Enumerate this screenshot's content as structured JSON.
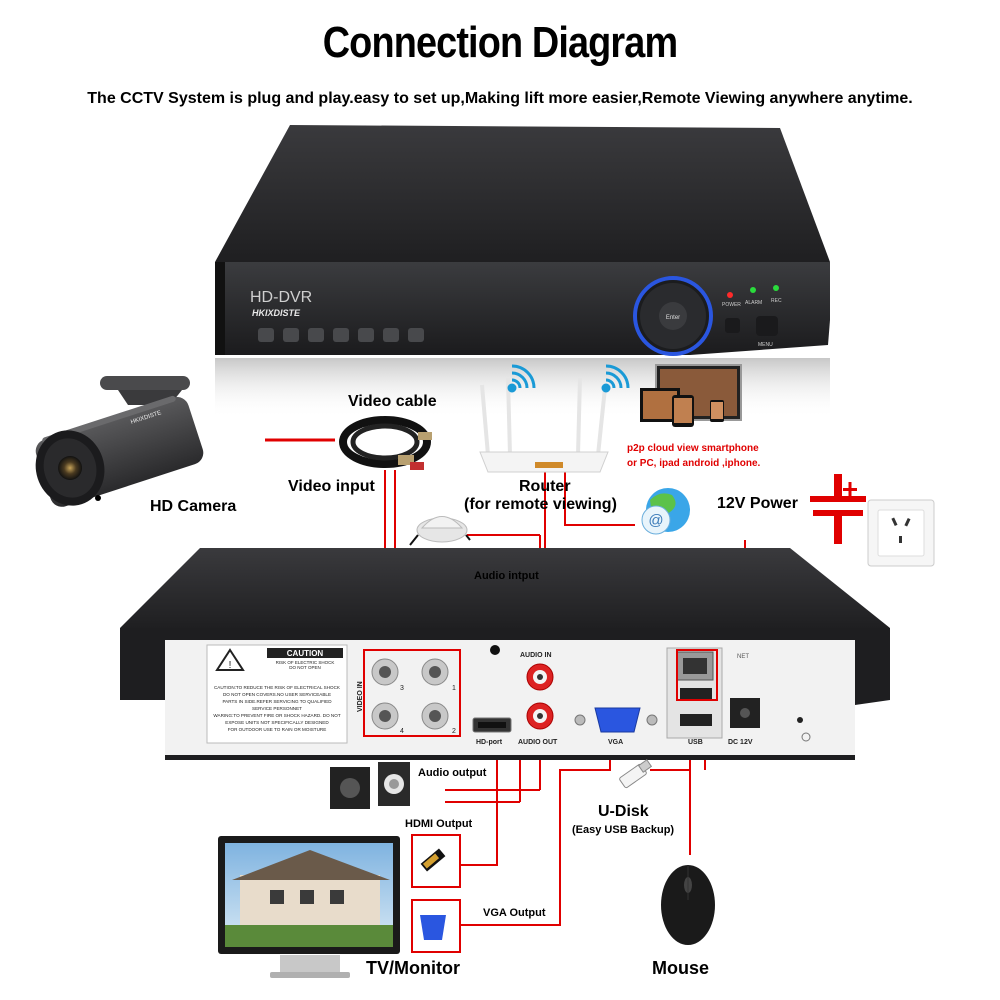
{
  "title": "Connection Diagram",
  "subtitle": "The CCTV System is plug and play.easy to set up,Making lift more easier,Remote Viewing anywhere anytime.",
  "dvr_front": {
    "model": "HD-DVR",
    "brand": "HKIXDISTE",
    "indicators": [
      "POWER",
      "ALARM",
      "REC"
    ],
    "enter_label": "Enter",
    "menu_label": "MENU"
  },
  "labels": {
    "video_cable": "Video cable",
    "video_input": "Video input",
    "hd_camera": "HD Camera",
    "router": "Router",
    "router_sub": "(for remote viewing)",
    "p2p_line1": "p2p cloud  view smartphone",
    "p2p_line2": "or PC, ipad android ,iphone.",
    "power_12v": "12V Power",
    "audio_input": "Audio intput",
    "audio_output": "Audio output",
    "hdmi_output": "HDMI Output",
    "vga_output": "VGA Output",
    "udisk": "U-Disk",
    "udisk_sub": "(Easy USB Backup)",
    "tv_monitor": "TV/Monitor",
    "mouse": "Mouse"
  },
  "dvr_back": {
    "caution_title": "CAUTION",
    "caution_sub1": "RISK OF ELECTRIC SHOCK",
    "caution_sub2": "DO NOT OPEN",
    "caution_text": [
      "CAUTION:TO REDUCE THE RISK OF ELECTRICAL SHOCK",
      "DO NOT OPEN COVERS.NO USER SERVICEABLE",
      "PARTS IN SIDE.REFER SERVICING TO QUALIFIED",
      "SERVICE PERSONNET",
      "WARING:TO PREVENT FIRE OR SHOCK HAZARD. DO NOT",
      "EXPOSE UNITS NOT SPECIFICALLY DESIGNED",
      "FOR OUTDOOR USE TO RAIN OR MOISTURE"
    ],
    "video_in": "VIDEO IN",
    "audio_in": "AUDIO IN",
    "audio_out": "AUDIO OUT",
    "hd_port": "HD-port",
    "vga": "VGA",
    "usb": "USB",
    "net": "NET",
    "dc": "DC 12V",
    "channels": [
      "3",
      "1",
      "4",
      "2"
    ]
  },
  "colors": {
    "wire": "#e00000",
    "dvr_body": "#2b2b2d",
    "panel": "#f2f2f2",
    "accent_blue": "#2a56e0"
  }
}
